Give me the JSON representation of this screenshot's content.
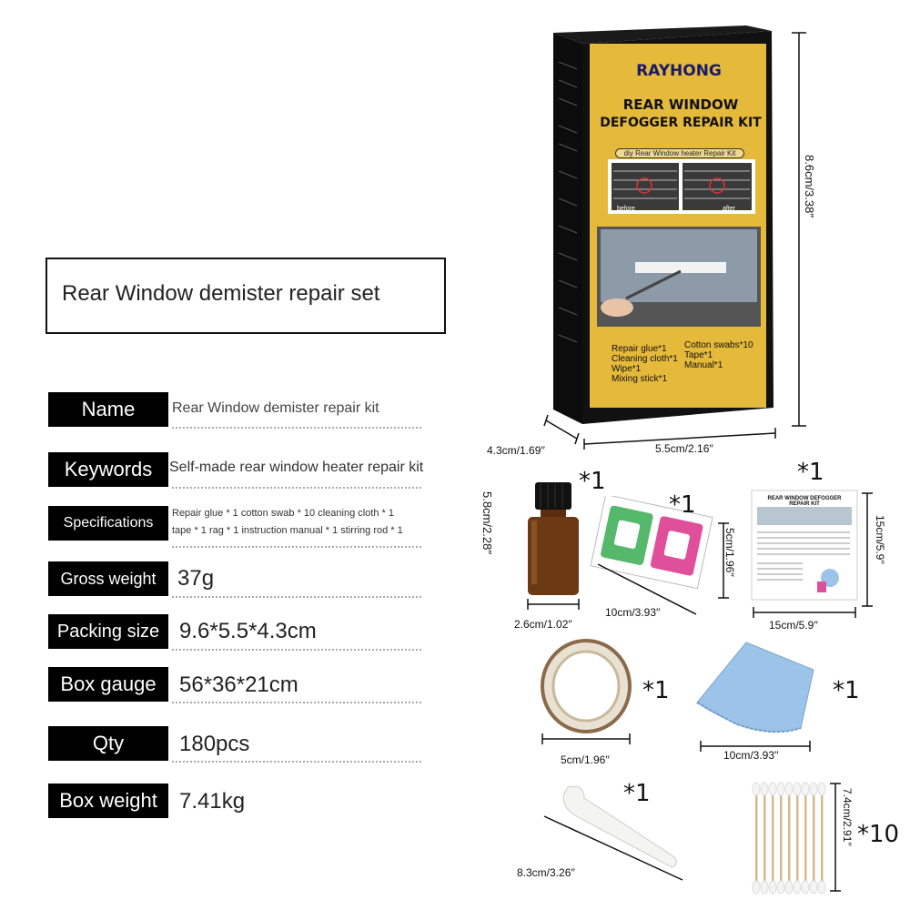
{
  "title": "Rear Window demister repair set",
  "specs": {
    "name": {
      "label": "Name",
      "value": "Rear Window demister repair kit"
    },
    "keywords": {
      "label": "Keywords",
      "value": "Self-made rear window heater repair kit"
    },
    "specifications": {
      "label": "Specifications",
      "line1": "Repair glue * 1 cotton swab * 10 cleaning cloth * 1",
      "line2": "tape * 1 rag * 1 instruction manual * 1 stirring rod * 1"
    },
    "gross_weight": {
      "label": "Gross weight",
      "value": "37g"
    },
    "packing_size": {
      "label": "Packing size",
      "value": "9.6*5.5*4.3cm"
    },
    "box_gauge": {
      "label": "Box gauge",
      "value": "56*36*21cm"
    },
    "qty": {
      "label": "Qty",
      "value": "180pcs"
    },
    "box_weight": {
      "label": "Box weight",
      "value": "7.41kg"
    }
  },
  "box": {
    "brand": "RAYHONG",
    "headline1": "REAR WINDOW",
    "headline2": "DEFOGGER REPAIR KIT",
    "subtitle": "diy Rear Window heater Repair Kit",
    "before": "before",
    "after": "after",
    "contents_left": [
      "Repair glue*1",
      "Cleaning cloth*1",
      "Wipe*1",
      "Mixing stick*1"
    ],
    "contents_right": [
      "Cotton swabs*10",
      "Tape*1",
      "Manual*1"
    ]
  },
  "manual_heading": "REAR WINDOW DEFOGGER REPAIR KIT",
  "dimensions": {
    "box_height": "8.6cm/3.38′′",
    "box_depth": "4.3cm/1.69′′",
    "box_width": "5.5cm/2.16′′",
    "bottle_height": "5.8cm/2.28′′",
    "bottle_width": "2.6cm/1.02′′",
    "wipe_height": "5cm/1.96′′",
    "wipe_width": "10cm/3.93′′",
    "manual_height": "15cm/5.9′′",
    "manual_width": "15cm/5.9′′",
    "tape_width": "5cm/1.96′′",
    "cloth_width": "10cm/3.93′′",
    "stick_length": "8.3cm/3.26′′",
    "swab_height": "7.4cm/2.91′′"
  },
  "quantities": {
    "bottle": "*1",
    "wipe": "*1",
    "manual": "*1",
    "tape": "*1",
    "cloth": "*1",
    "stick": "*1",
    "swabs": "*10"
  },
  "colors": {
    "box_yellow": "#e5b93a",
    "box_black": "#111111",
    "cloth_blue": "#9cc3e8",
    "bottle_amber": "#6b3a14"
  }
}
